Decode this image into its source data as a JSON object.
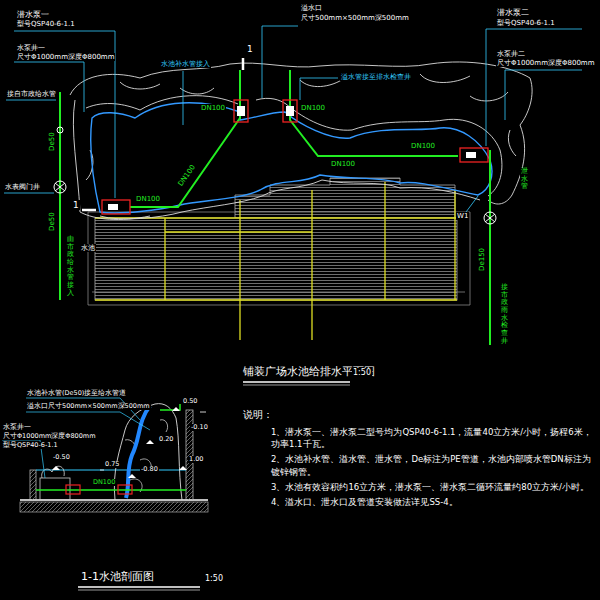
{
  "diagram": {
    "title": "铺装广场水池给排水平面图",
    "labels": [
      "潜水泵一",
      "型号QSP40-6-1.1",
      "水泵井一",
      "尺寸Φ1000mm深度Φ800mm",
      "接自市政给水管",
      "De50",
      "水表阀门井",
      "De50",
      "由市政给水管接入",
      "1",
      "1",
      "溢水口",
      "尺寸500mm×500mm深500mm",
      "DN100",
      "DN100",
      "DN100",
      "DN100",
      "DN100",
      "DN100",
      "潜水泵二",
      "型号QSP40-6-1.1",
      "水泵井二",
      "尺寸Φ1000mm深度Φ800mm",
      "溢水管接至排水检查井",
      "水池补水管接入",
      "W1",
      "De150",
      "接市政雨水检查井",
      "泄水管",
      "水池",
      "1:50",
      "水池补水管(De50)接至给水管道",
      "溢水口尺寸500mm×500mm深500mm",
      "水泵井一",
      "尺寸Φ1000mm深度Φ800mm",
      "型号QSP40-6-1.1",
      "0.50",
      "0.20",
      "-0.10",
      "-0.50",
      "-0.80",
      "0.75",
      "1.00",
      "DN100",
      "1-1水池剖面图",
      "1:50",
      "说明：",
      "1、潜水泵一、潜水泵二型号均为QSP40-6-1.1，流量40立方米/小时，扬程6米，功率1.1千瓦。",
      "2、水池补水管、溢水管、泄水管，De标注为PE管道，水池内部喷水管DN标注为镀锌钢管。",
      "3、水池有效容积约16立方米，潜水泵一、潜水泵二循环流量约80立方米/小时。",
      "4、溢水口、泄水口及管道安装做法详见SS-4。"
    ]
  }
}
